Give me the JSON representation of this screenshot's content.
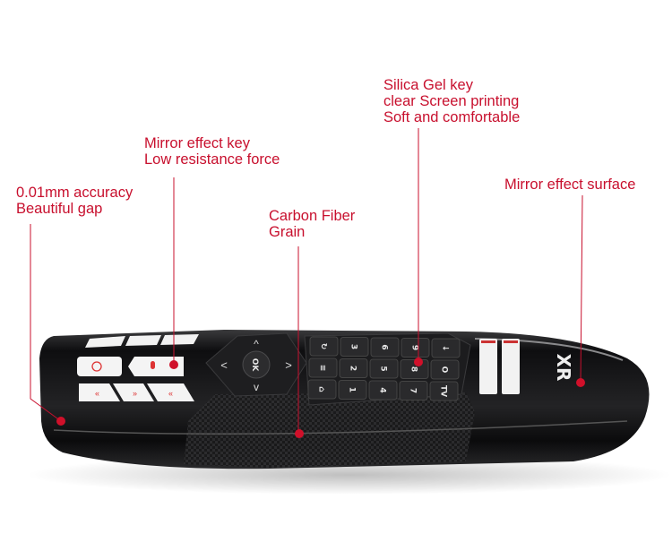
{
  "annotations": {
    "gap": {
      "lines": [
        "0.01mm accuracy",
        "Beautiful gap"
      ]
    },
    "mirror_key": {
      "lines": [
        "Mirror effect key",
        "Low resistance force"
      ]
    },
    "carbon": {
      "lines": [
        "Carbon Fiber",
        "Grain"
      ]
    },
    "silica": {
      "lines": [
        "Silica Gel key",
        "clear Screen printing",
        "Soft and comfortable"
      ]
    },
    "mirror_surface": {
      "lines": [
        "Mirror effect surface"
      ]
    }
  },
  "remote": {
    "ok_label": "OK",
    "logo": "XR",
    "keypad": [
      [
        "↻",
        "3",
        "6",
        "9",
        "↓"
      ],
      [
        "≡",
        "2",
        "5",
        "8",
        "O"
      ],
      [
        "⌂",
        "1",
        "4",
        "7",
        "TV"
      ]
    ]
  },
  "colors": {
    "accent": "#c8102e",
    "body": "#1c1c1e",
    "key": "#2a2a2c"
  }
}
